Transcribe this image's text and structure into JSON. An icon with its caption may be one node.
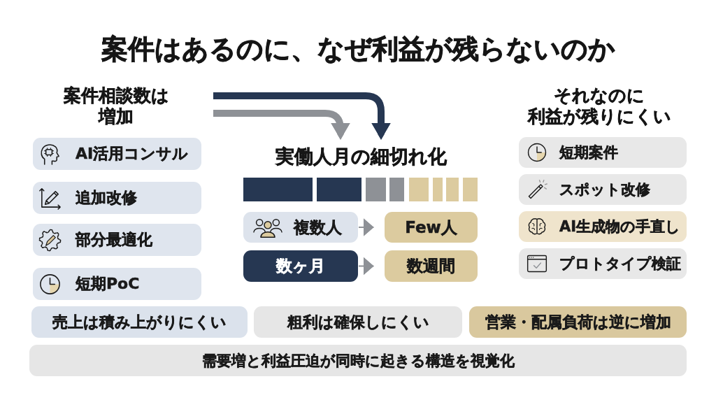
{
  "diagram": {
    "title": "案件はあるのに、なぜ利益が残らないのか",
    "nodes": [
      {
        "text": [
          "AI活用コンサル"
        ]
      },
      {
        "text": [
          "追加改修"
        ]
      },
      {
        "text": [
          "部分最適化"
        ]
      },
      {
        "text": [
          "短期PoC"
        ]
      },
      {
        "text": [
          "実働人月の細切れ化"
        ]
      },
      {
        "text": [
          "複数人"
        ]
      },
      {
        "text": [
          "Few人"
        ]
      },
      {
        "text": [
          "数ヶ月"
        ]
      },
      {
        "text": [
          "数週間"
        ]
      },
      {
        "text": [
          "短期案件"
        ]
      },
      {
        "text": [
          "スポット改修"
        ]
      },
      {
        "text": [
          "AI生成物の手直し"
        ]
      },
      {
        "text": [
          "プロトタイプ検証"
        ]
      },
      {
        "text": [
          "売上は積み上がりにくい"
        ]
      },
      {
        "text": [
          "粗利は確保しにくい"
        ]
      },
      {
        "text": [
          "営業・配属負荷は逆に増加"
        ]
      },
      {
        "text": [
          "需要増と利益圧迫が同時に起きる構造を視覚化"
        ]
      }
    ],
    "edges": [
      {
        "from": null,
        "to": 4,
        "arrow": "to",
        "style": "thick",
        "color": "#263752"
      },
      {
        "from": null,
        "to": 4,
        "arrow": "to",
        "style": "thick"
      },
      {
        "from": 5,
        "to": 6,
        "arrow": "to"
      },
      {
        "from": 7,
        "to": 8,
        "arrow": "to"
      }
    ],
    "labels": [
      "案件相談数は増加",
      "それなのに利益が残りにくい"
    ]
  }
}
